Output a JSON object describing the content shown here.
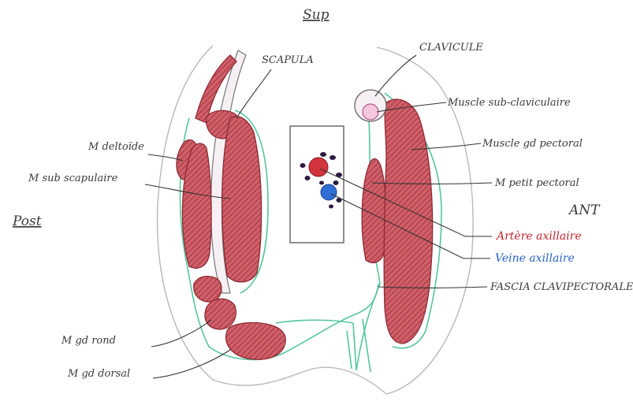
{
  "orientation": {
    "superior": "Sup",
    "posterior": "Post",
    "anterior": "ANT"
  },
  "labels": {
    "scapula": "SCAPULA",
    "clavicule": "CLAVICULE",
    "muscle_sub_claviculaire": "Muscle sub-claviculaire",
    "muscle_gd_pectoral": "Muscle gd pectoral",
    "m_petit_pectoral": "M petit pectoral",
    "artere_axillaire": "Artère axillaire",
    "veine_axillaire": "Veine axillaire",
    "fascia_clavipectorale": "FASCIA CLAVIPECTORALE",
    "m_deltoide": "M deltoïde",
    "m_sub_scapulaire": "M sub scapulaire",
    "m_gd_rond": "M gd rond",
    "m_gd_dorsal": "M gd dorsal"
  },
  "colors": {
    "muscle": "#c9505b",
    "muscle_hatch": "#9a2b36",
    "fascia": "#55c79a",
    "artery": "#d2343d",
    "vein": "#2f6fd6",
    "lymph_node": "#2a1a40",
    "bone": "#f6f0f4",
    "clavicle_core": "#f4c7dd"
  }
}
